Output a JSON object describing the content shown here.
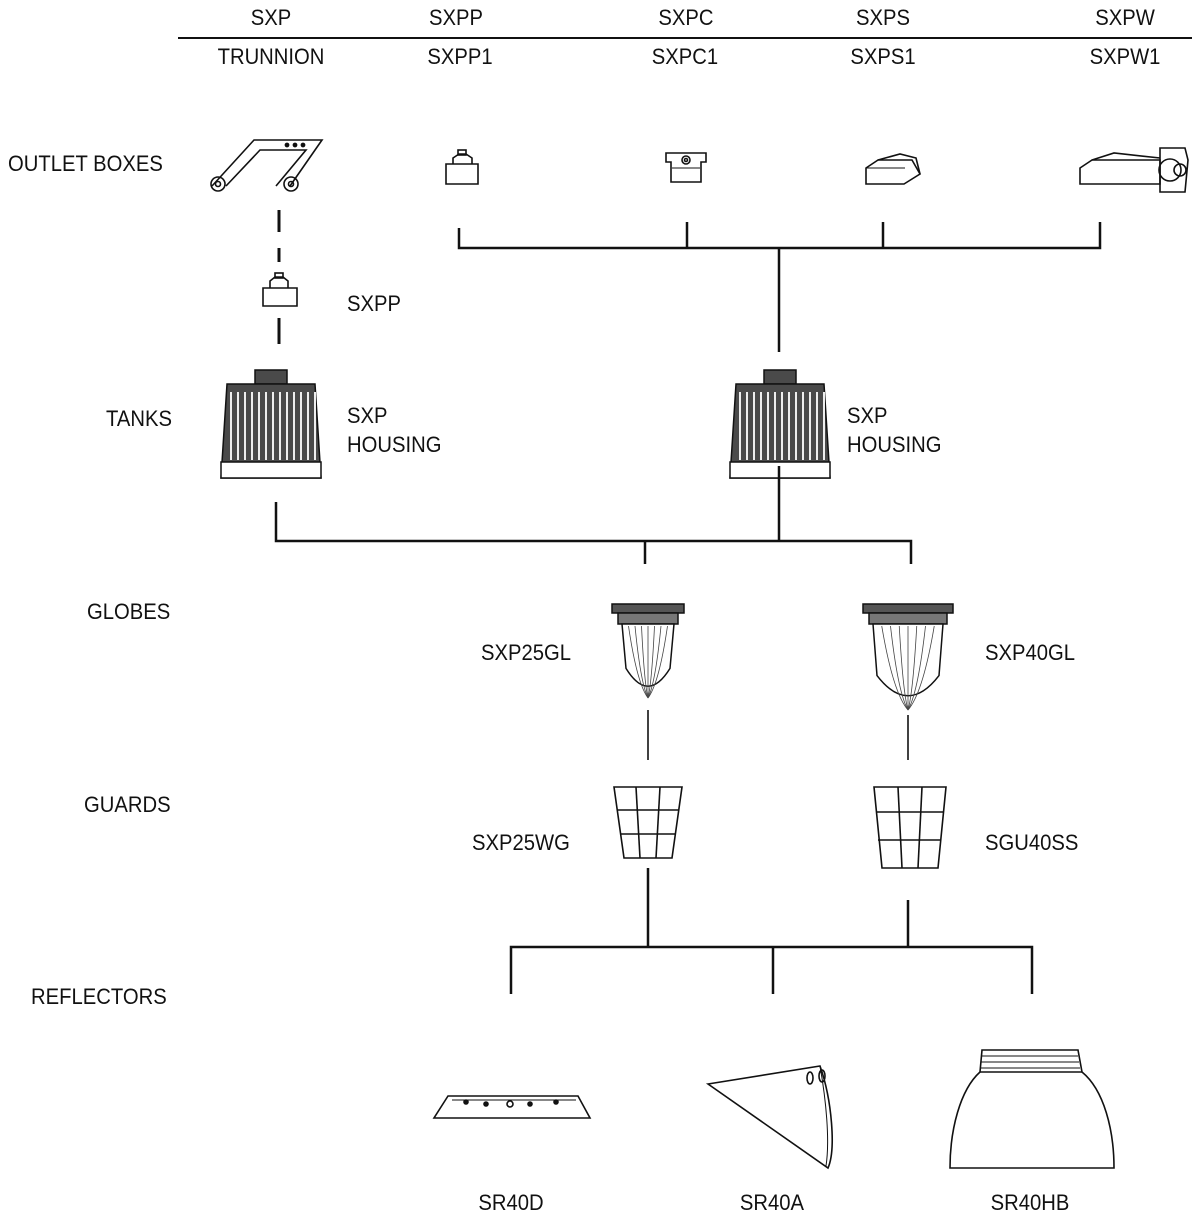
{
  "header": {
    "columns": [
      {
        "top": "SXP",
        "bottom": "TRUNNION"
      },
      {
        "top": "SXPP",
        "bottom": "SXPP1"
      },
      {
        "top": "SXPC",
        "bottom": "SXPC1"
      },
      {
        "top": "SXPS",
        "bottom": "SXPS1"
      },
      {
        "top": "SXPW",
        "bottom": "SXPW1"
      }
    ]
  },
  "rows": {
    "outlet_boxes": "OUTLET BOXES",
    "tanks": "TANKS",
    "globes": "GLOBES",
    "guards": "GUARDS",
    "reflectors": "REFLECTORS"
  },
  "parts": {
    "pendant_adapter": "SXPP",
    "housing_left": {
      "line1": "SXP",
      "line2": "HOUSING"
    },
    "housing_right": {
      "line1": "SXP",
      "line2": "HOUSING"
    },
    "globe_25": "SXP25GL",
    "globe_40": "SXP40GL",
    "guard_25": "SXP25WG",
    "guard_40": "SGU40SS",
    "reflector_d": "SR40D",
    "reflector_a": "SR40A",
    "reflector_hb": "SR40HB"
  },
  "icons": [
    "trunnion-icon",
    "pendant-box-icon",
    "ceiling-box-icon",
    "stanchion-box-icon",
    "wall-box-icon",
    "housing-icon",
    "globe-icon",
    "wire-guard-icon",
    "dome-reflector-icon",
    "angle-reflector-icon",
    "high-bay-reflector-icon"
  ],
  "colors": {
    "ink": "#111111",
    "housing_fill": "#4a4a4a",
    "globe_cap": "#555555"
  }
}
